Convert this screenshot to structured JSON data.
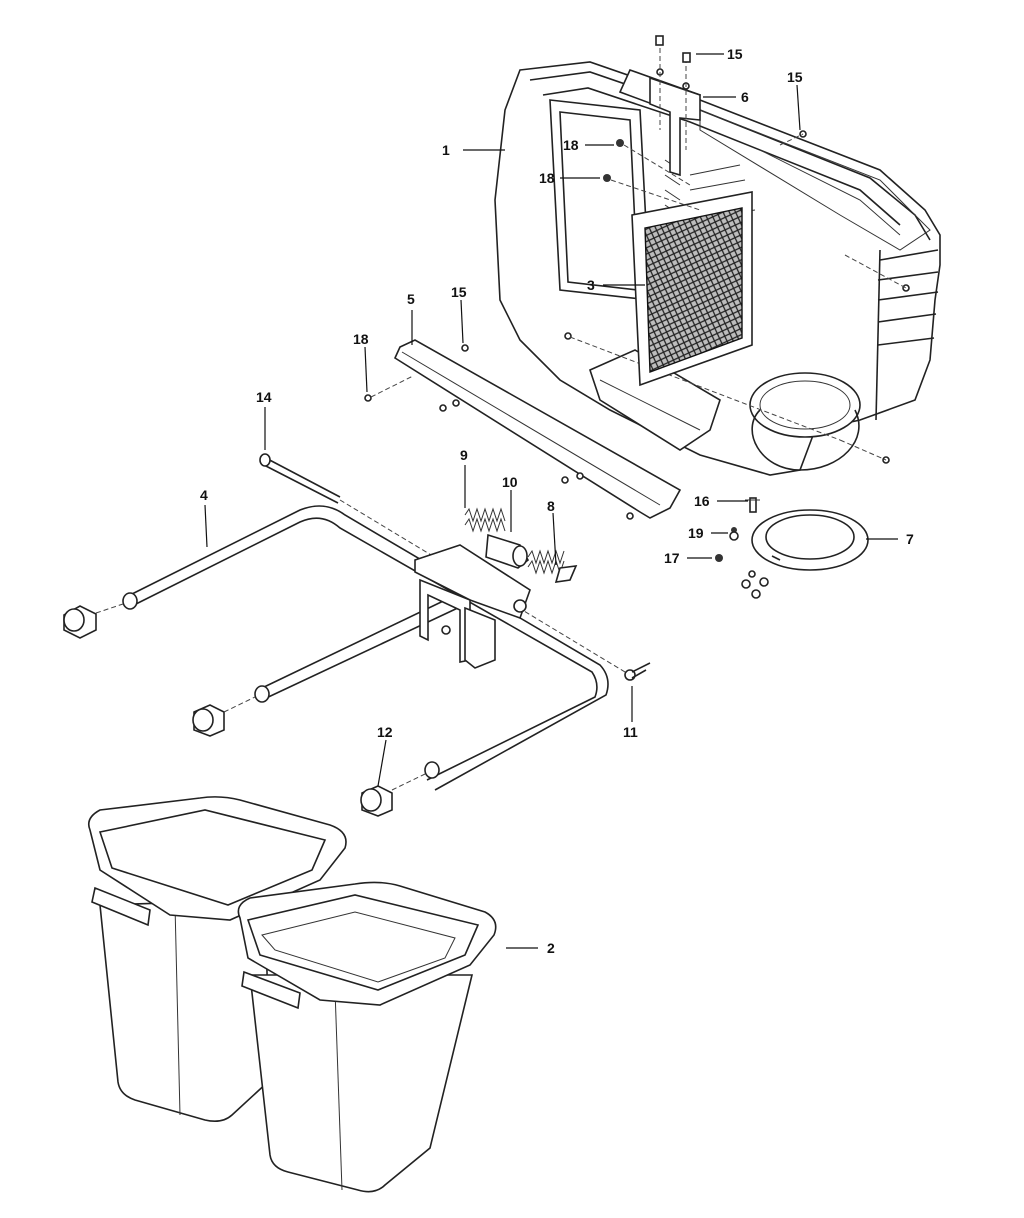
{
  "callouts": [
    {
      "id": "c1",
      "label": "1"
    },
    {
      "id": "c2",
      "label": "2"
    },
    {
      "id": "c3",
      "label": "3"
    },
    {
      "id": "c4",
      "label": "4"
    },
    {
      "id": "c5",
      "label": "5"
    },
    {
      "id": "c6",
      "label": "6"
    },
    {
      "id": "c7",
      "label": "7"
    },
    {
      "id": "c8",
      "label": "8"
    },
    {
      "id": "c9",
      "label": "9"
    },
    {
      "id": "c10",
      "label": "10"
    },
    {
      "id": "c11",
      "label": "11"
    },
    {
      "id": "c12",
      "label": "12"
    },
    {
      "id": "c14",
      "label": "14"
    },
    {
      "id": "c15a",
      "label": "15"
    },
    {
      "id": "c15b",
      "label": "15"
    },
    {
      "id": "c15c",
      "label": "15"
    },
    {
      "id": "c16",
      "label": "16"
    },
    {
      "id": "c17",
      "label": "17"
    },
    {
      "id": "c18a",
      "label": "18"
    },
    {
      "id": "c18b",
      "label": "18"
    },
    {
      "id": "c18c",
      "label": "18"
    },
    {
      "id": "c19",
      "label": "19"
    }
  ]
}
